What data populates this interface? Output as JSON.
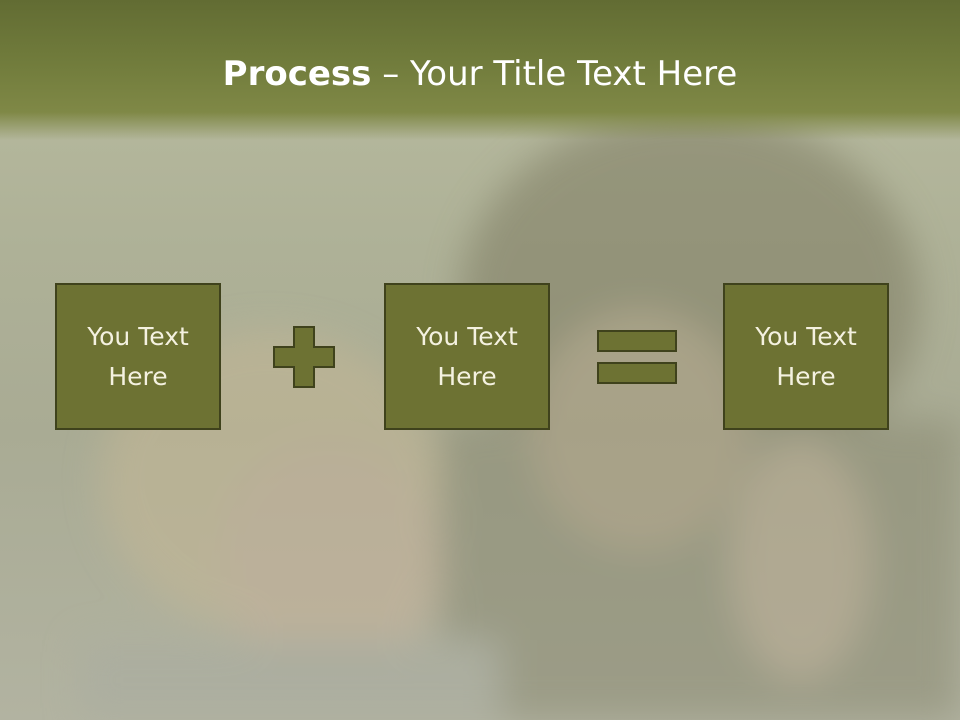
{
  "title": {
    "bold": "Process",
    "separator": " – ",
    "rest": "Your Title Text Here"
  },
  "boxes": [
    {
      "text": "You Text Here"
    },
    {
      "text": "You Text Here"
    },
    {
      "text": "You Text Here"
    }
  ],
  "icons": {
    "operator1": "plus-icon",
    "operator2": "equals-icon"
  },
  "colors": {
    "header": "#6a7438",
    "box_fill": "#6d7233",
    "box_border": "#3f421c",
    "operator": "#6d7233",
    "title_text": "#ffffff",
    "box_text": "#f4f1e0"
  }
}
